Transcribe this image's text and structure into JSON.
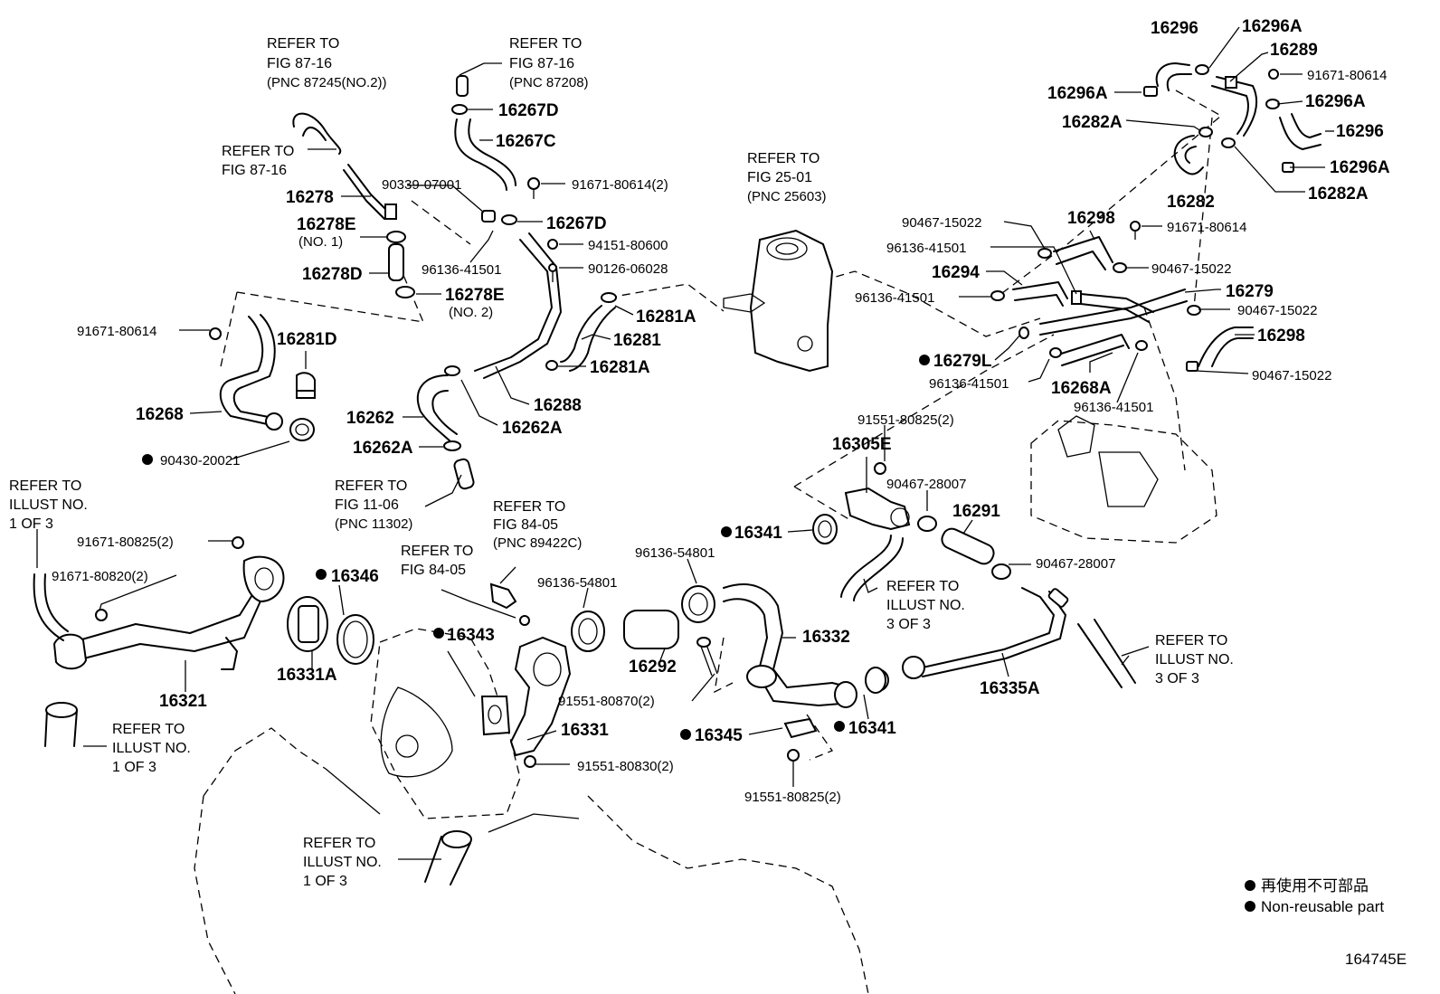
{
  "labels": {
    "refer_87_16_a": [
      "REFER TO",
      "FIG 87-16",
      "(PNC 87245(NO.2))"
    ],
    "refer_87_16_b": [
      "REFER TO",
      "FIG 87-16",
      "(PNC 87208)"
    ],
    "refer_87_16_c": [
      "REFER TO",
      "FIG 87-16"
    ],
    "refer_25_01": [
      "REFER TO",
      "FIG 25-01",
      "(PNC 25603)"
    ],
    "refer_11_06": [
      "REFER TO",
      "FIG 11-06",
      "(PNC 11302)"
    ],
    "refer_84_05_a": [
      "REFER TO",
      "FIG 84-05",
      "(PNC 89422C)"
    ],
    "refer_84_05_b": [
      "REFER TO",
      "FIG 84-05"
    ],
    "refer_illust_left": [
      "REFER TO",
      "ILLUST NO.",
      "1 OF 3"
    ],
    "refer_illust_lower_left": [
      "REFER TO",
      "ILLUST NO.",
      "1 OF 3"
    ],
    "refer_illust_bottom": [
      "REFER TO",
      "ILLUST NO.",
      "1 OF 3"
    ],
    "refer_illust_mid": [
      "REFER TO",
      "ILLUST NO.",
      "3 OF 3"
    ],
    "refer_illust_right": [
      "REFER TO",
      "ILLUST NO.",
      "3 OF 3"
    ],
    "p16278": "16278",
    "p16278E_1": "16278E",
    "no1": "(NO. 1)",
    "p16278D": "16278D",
    "p16278E_2": "16278E",
    "no2": "(NO. 2)",
    "p16267D_a": "16267D",
    "p16267C": "16267C",
    "p90339": "90339-07001",
    "p91671_80614_2": "91671-80614(2)",
    "p16267D_b": "16267D",
    "p94151": "94151-80600",
    "p96136_41501_a": "96136-41501",
    "p90126": "90126-06028",
    "p91671_80614_a": "91671-80614",
    "p16281D": "16281D",
    "p16268": "16268",
    "p90430": "90430-20021",
    "p16281A_a": "16281A",
    "p16281": "16281",
    "p16281A_b": "16281A",
    "p16288": "16288",
    "p16262": "16262",
    "p16262A_a": "16262A",
    "p16262A_b": "16262A",
    "p16296_a": "16296",
    "p16296A_a": "16296A",
    "p16289": "16289",
    "p91671_80614_b": "91671-80614",
    "p16296A_b": "16296A",
    "p16296A_c": "16296A",
    "p16282A_a": "16282A",
    "p16296_b": "16296",
    "p16296A_d": "16296A",
    "p16282": "16282",
    "p16282A_b": "16282A",
    "p90467_15022_a": "90467-15022",
    "p16298_a": "16298",
    "p91671_80614_c": "91671-80614",
    "p96136_41501_b": "96136-41501",
    "p90467_15022_b": "90467-15022",
    "p16294": "16294",
    "p96136_41501_c": "96136-41501",
    "p16279": "16279",
    "p90467_15022_c": "90467-15022",
    "p16279L": "16279L",
    "p16298_b": "16298",
    "p96136_41501_d": "96136-41501",
    "p16268A": "16268A",
    "p90467_15022_d": "90467-15022",
    "p96136_41501_e": "96136-41501",
    "p91551_80825_a": "91551-80825(2)",
    "p16305E": "16305E",
    "p90467_28007_a": "90467-28007",
    "p16341_a": "16341",
    "p16291": "16291",
    "p90467_28007_b": "90467-28007",
    "p91671_80825": "91671-80825(2)",
    "p91671_80820": "91671-80820(2)",
    "p16346": "16346",
    "p96136_54801_a": "96136-54801",
    "p96136_54801_b": "96136-54801",
    "p16343": "16343",
    "p16331A": "16331A",
    "p16321": "16321",
    "p16292": "16292",
    "p16332": "16332",
    "p16335A": "16335A",
    "p91551_80870": "91551-80870(2)",
    "p16331": "16331",
    "p16345": "16345",
    "p16341_b": "16341",
    "p91551_80830": "91551-80830(2)",
    "p91551_80825_b": "91551-80825(2)"
  },
  "legend": {
    "line1": "再使用不可部品",
    "line2": "Non-reusable part"
  },
  "figure_code": "164745E"
}
